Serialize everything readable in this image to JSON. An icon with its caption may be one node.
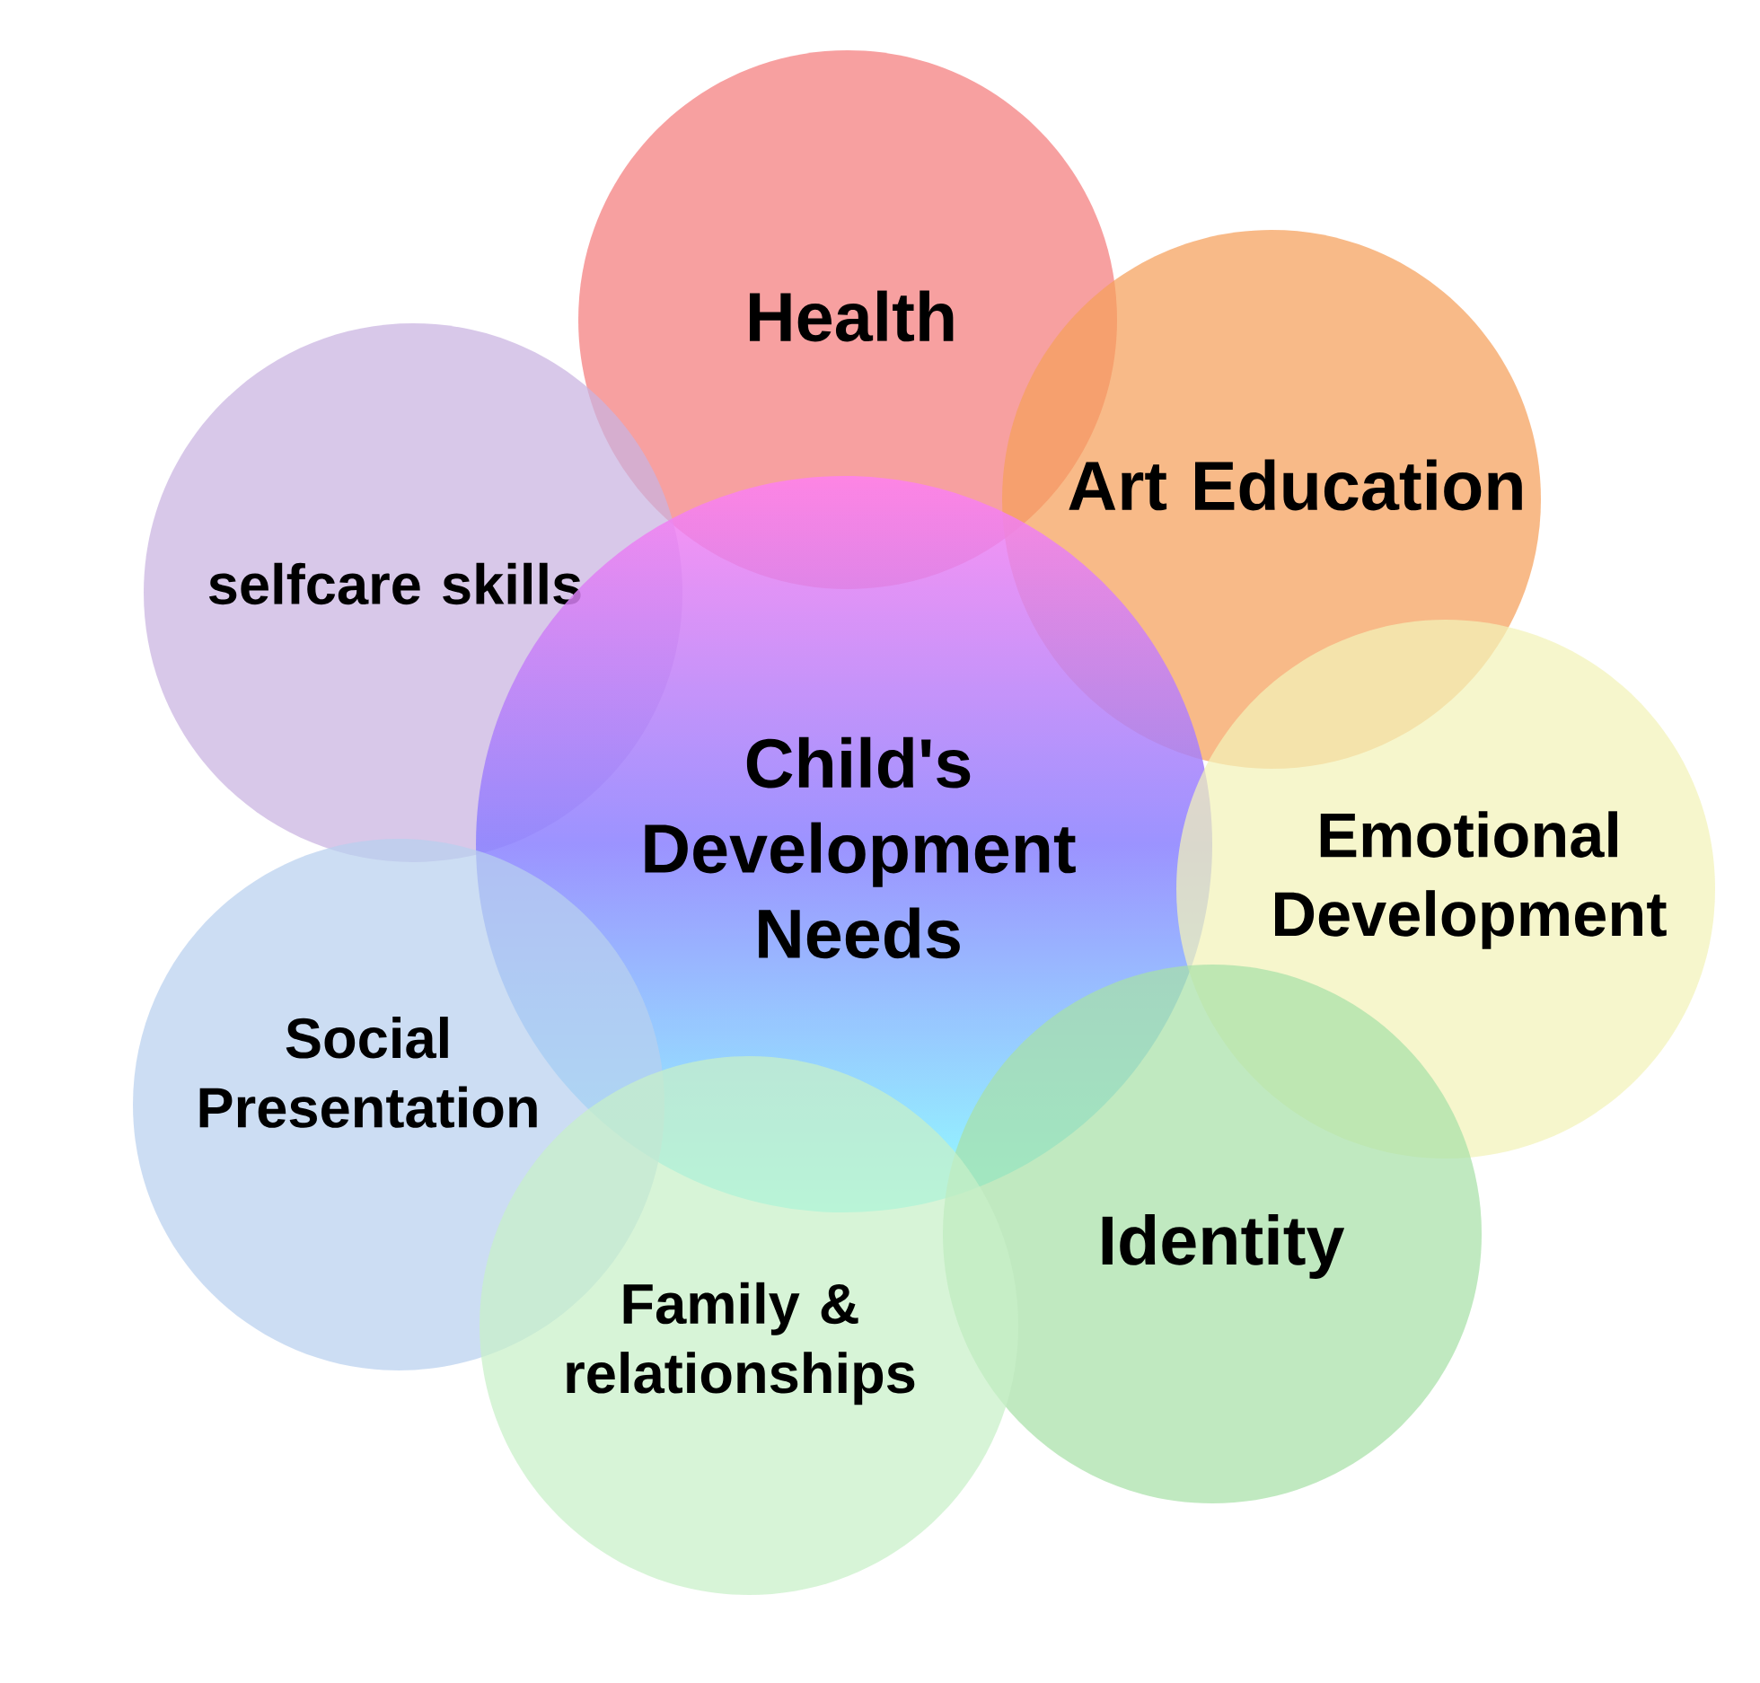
{
  "diagram": {
    "nodes": [
      {
        "text": [
          "Health"
        ]
      },
      {
        "text": [
          "Art Education"
        ]
      },
      {
        "text": [
          "selfcare skills"
        ]
      },
      {
        "text": [
          "Child's Development Needs"
        ]
      },
      {
        "text": [
          "Emotional Development"
        ]
      },
      {
        "text": [
          "Social Presentation"
        ]
      },
      {
        "text": [
          "Identity"
        ]
      },
      {
        "text": [
          "Family & relationships"
        ]
      }
    ]
  }
}
